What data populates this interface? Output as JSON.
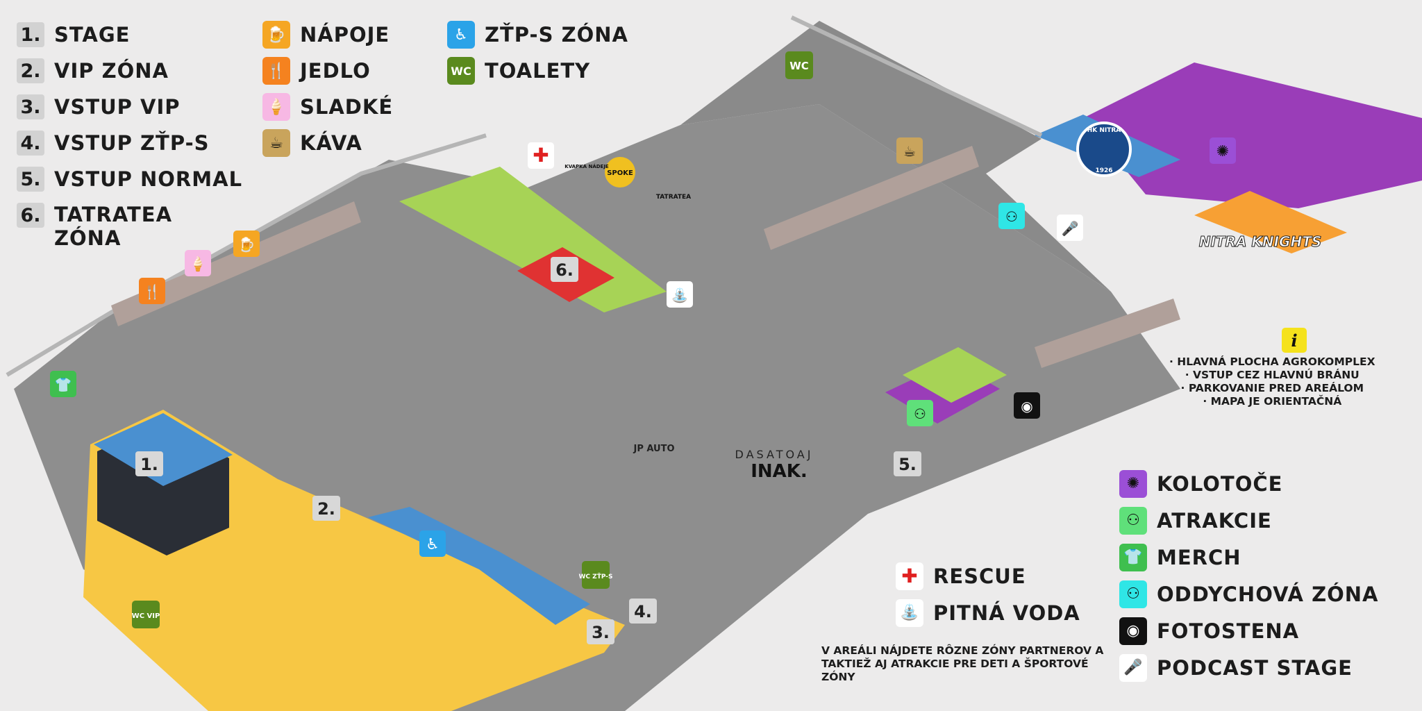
{
  "legend_numbered": [
    {
      "num": "1.",
      "label": "STAGE"
    },
    {
      "num": "2.",
      "label": "VIP ZÓNA"
    },
    {
      "num": "3.",
      "label": "VSTUP VIP"
    },
    {
      "num": "4.",
      "label": "VSTUP ZŤP-S"
    },
    {
      "num": "5.",
      "label": "VSTUP NORMAL"
    },
    {
      "num": "6.",
      "label": "TATRATEA ZÓNA"
    }
  ],
  "legend_services": [
    {
      "icon": "beer-mug-icon",
      "color": "#f5a623",
      "label": "NÁPOJE"
    },
    {
      "icon": "fork-knife-icon",
      "color": "#f5821f",
      "label": "JEDLO"
    },
    {
      "icon": "ice-cream-icon",
      "color": "#f7b8e4",
      "label": "SLADKÉ"
    },
    {
      "icon": "coffee-cup-icon",
      "color": "#c9a45c",
      "label": "KÁVA"
    }
  ],
  "legend_access": [
    {
      "icon": "wheelchair-icon",
      "color": "#2ba3e8",
      "label": "ZŤP-S ZÓNA"
    },
    {
      "icon": "wc-icon",
      "color": "#5a8a1e",
      "label": "TOALETY",
      "glyph": "WC"
    }
  ],
  "legend_bottom_right": [
    {
      "icon": "ferris-wheel-icon",
      "color": "#9b4fd6",
      "label": "KOLOTOČE"
    },
    {
      "icon": "people-jumping-icon",
      "color": "#5fe07a",
      "label": "ATRAKCIE"
    },
    {
      "icon": "tshirt-icon",
      "color": "#3fbf4f",
      "label": "MERCH"
    },
    {
      "icon": "picnic-table-icon",
      "color": "#2fe6e6",
      "label": "ODDYCHOVÁ ZÓNA"
    },
    {
      "icon": "camera-icon",
      "color": "#111111",
      "label": "FOTOSTENA"
    },
    {
      "icon": "microphone-icon",
      "color": "#ffffff",
      "label": "PODCAST STAGE"
    }
  ],
  "legend_rescue": [
    {
      "icon": "red-cross-icon",
      "color": "#ffffff",
      "label": "RESCUE"
    },
    {
      "icon": "water-tap-icon",
      "color": "#ffffff",
      "label": "PITNÁ VODA"
    }
  ],
  "notes": [
    "· HLAVNÁ PLOCHA AGROKOMPLEX",
    "· VSTUP CEZ HLAVNÚ BRÁNU",
    "· PARKOVANIE PRED AREÁLOM",
    "· MAPA JE ORIENTAČNÁ"
  ],
  "info_glyph": "i",
  "bottom_text": "V AREÁLI NÁJDETE RÔZNE ZÓNY PARTNEROV A TAKTIEŽ AJ ATRAKCIE PRE DETI A ŠPORTOVÉ ZÓNY",
  "map_labels": {
    "stage": "1.",
    "vip": "2.",
    "vstup_vip": "3.",
    "vstup_ztps": "4.",
    "vstup_normal": "5.",
    "tatratea_zone": "6.",
    "wc_top": "WC",
    "wc_vip": "WC VIP",
    "wc_ztps": "WC ZŤP-S",
    "jp_auto": "JP AUTO",
    "dasatoaj": "DASATOAJ",
    "inak": "INAK.",
    "tatratea": "TATRATEA",
    "spoke": "SPOKE",
    "kvapka": "KVAPKA NÁDEJE",
    "hk_nitra": "HK NITRA",
    "hk_year": "1926",
    "nitra_knights": "NITRA KNIGHTS"
  }
}
